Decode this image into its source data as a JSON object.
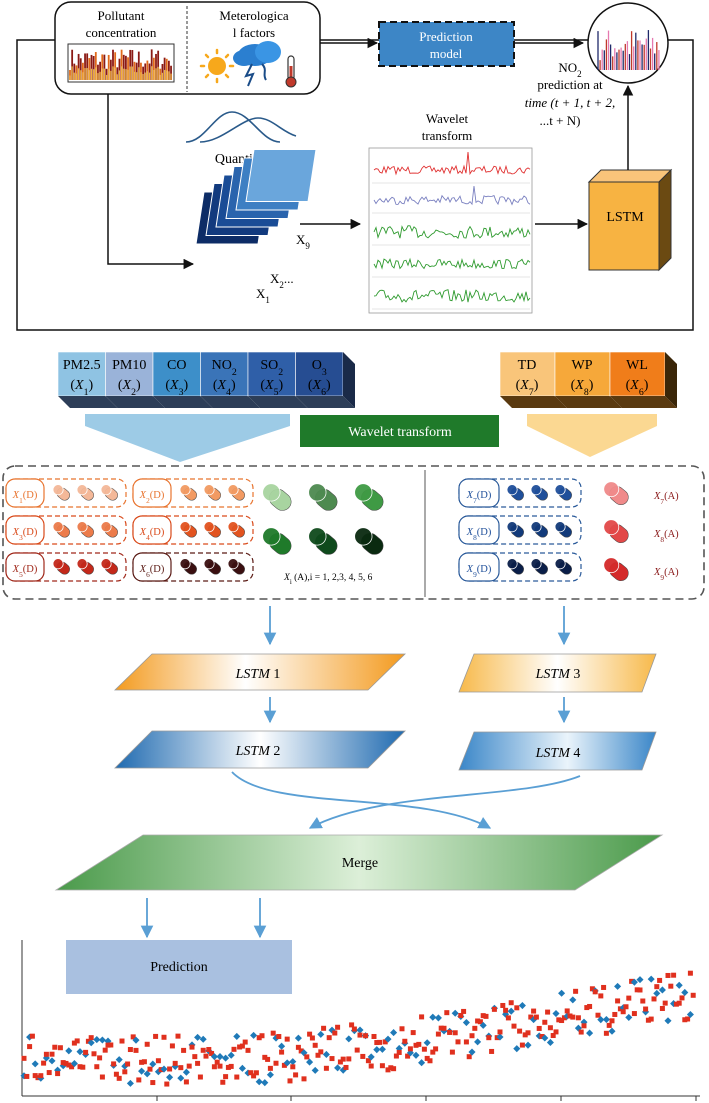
{
  "top": {
    "pollutant_label_1": "Pollutant",
    "pollutant_label_2": "concentration",
    "met_label_1": "Meterologica",
    "met_label_2": "l factors",
    "prediction_model_1": "Prediction",
    "prediction_model_2": "model",
    "no2_line1": "NO",
    "no2_sub": "2",
    "no2_line2": "prediction at",
    "no2_line3": "time (t + 1, t + 2,",
    "no2_line4": "...t + N)",
    "quantization": "Quantization",
    "wavelet_1": "Wavelet",
    "wavelet_2": "transform",
    "lstm": "LSTM",
    "x9": "X",
    "x9_sub": "9",
    "x2": "X",
    "x2_sub": "2",
    "x2_suffix": "...",
    "x1": "X",
    "x1_sub": "1"
  },
  "pollutant_blocks": [
    {
      "name": "PM2.5",
      "var": "X",
      "sub": "1",
      "color": "#8fc3e3"
    },
    {
      "name": "PM10",
      "var": "X",
      "sub": "2",
      "color": "#9ab3d9"
    },
    {
      "name": "CO",
      "var": "X",
      "sub": "3",
      "color": "#3d8fc9"
    },
    {
      "name": "NO",
      "name_sub": "2",
      "var": "X",
      "sub": "4",
      "color": "#3a74b8"
    },
    {
      "name": "SO",
      "name_sub": "2",
      "var": "X",
      "sub": "5",
      "color": "#2f5fa8"
    },
    {
      "name": "O",
      "name_sub": "3",
      "var": "X",
      "sub": "6",
      "color": "#264d92"
    }
  ],
  "met_blocks": [
    {
      "name": "TD",
      "var": "X",
      "sub": "7",
      "color": "#f9c57a"
    },
    {
      "name": "WP",
      "var": "X",
      "sub": "8",
      "color": "#f6a83a"
    },
    {
      "name": "WL",
      "var": "X",
      "sub": "6",
      "color": "#f07d1a"
    }
  ],
  "wavelet_banner": "Wavelet transform",
  "detail_left": [
    {
      "label": "X",
      "sub": "1",
      "suffix": "(D)",
      "color": "#e8742f",
      "dots": [
        "#f4b898",
        "#f4b898",
        "#f4b898"
      ]
    },
    {
      "label": "X",
      "sub": "2",
      "suffix": "(D)",
      "color": "#e8742f",
      "dots": [
        "#f29a62",
        "#f29a62",
        "#f29a62"
      ]
    },
    {
      "label": "X",
      "sub": "3",
      "suffix": "(D)",
      "color": "#d94a1a",
      "dots": [
        "#ec7b4a",
        "#ec7b4a",
        "#ec7b4a"
      ]
    },
    {
      "label": "X",
      "sub": "4",
      "suffix": "(D)",
      "color": "#d94a1a",
      "dots": [
        "#e2531f",
        "#e2531f",
        "#e2531f"
      ]
    },
    {
      "label": "X",
      "sub": "5",
      "suffix": "(D)",
      "color": "#a0281a",
      "dots": [
        "#c3281a",
        "#c3281a",
        "#c3281a"
      ]
    },
    {
      "label": "X",
      "sub": "6",
      "suffix": "(D)",
      "color": "#5a1a14",
      "dots": [
        "#3a0f10",
        "#3a0f10",
        "#3a0f10"
      ]
    }
  ],
  "approx_green": [
    "#a8d4a0",
    "#4e8a50",
    "#3f9a44",
    "#1f7a2a",
    "#0f4a1c",
    "#0a2a10"
  ],
  "approx_caption": "X",
  "approx_caption_sub": "i",
  "approx_caption_rest": " (A),i = 1, 2,3, 4, 5, 6",
  "detail_right": [
    {
      "label": "X",
      "sub": "7",
      "suffix": "(D)",
      "dots": [
        "#1f4f9a",
        "#1f4f9a",
        "#1f4f9a"
      ]
    },
    {
      "label": "X",
      "sub": "8",
      "suffix": "(D)",
      "dots": [
        "#123a7a",
        "#123a7a",
        "#123a7a"
      ]
    },
    {
      "label": "X",
      "sub": "9",
      "suffix": "(D)",
      "dots": [
        "#0a1e48",
        "#0a1e48",
        "#0a1e48"
      ]
    }
  ],
  "approx_right": [
    {
      "label": "X",
      "sub": "7",
      "suffix": "(A)",
      "color": "#f08a8a"
    },
    {
      "label": "X",
      "sub": "8",
      "suffix": "(A)",
      "color": "#e24848"
    },
    {
      "label": "X",
      "sub": "9",
      "suffix": "(A)",
      "color": "#d42a2a"
    }
  ],
  "lstm_boxes": [
    {
      "label": "LSTM",
      "num": " 1",
      "grad": "orangeL"
    },
    {
      "label": "LSTM",
      "num": " 2",
      "grad": "blueL"
    },
    {
      "label": "LSTM",
      "num": " 3",
      "grad": "orangeR"
    },
    {
      "label": "LSTM",
      "num": " 4",
      "grad": "blueR"
    }
  ],
  "merge": "Merge",
  "prediction": "Prediction"
}
